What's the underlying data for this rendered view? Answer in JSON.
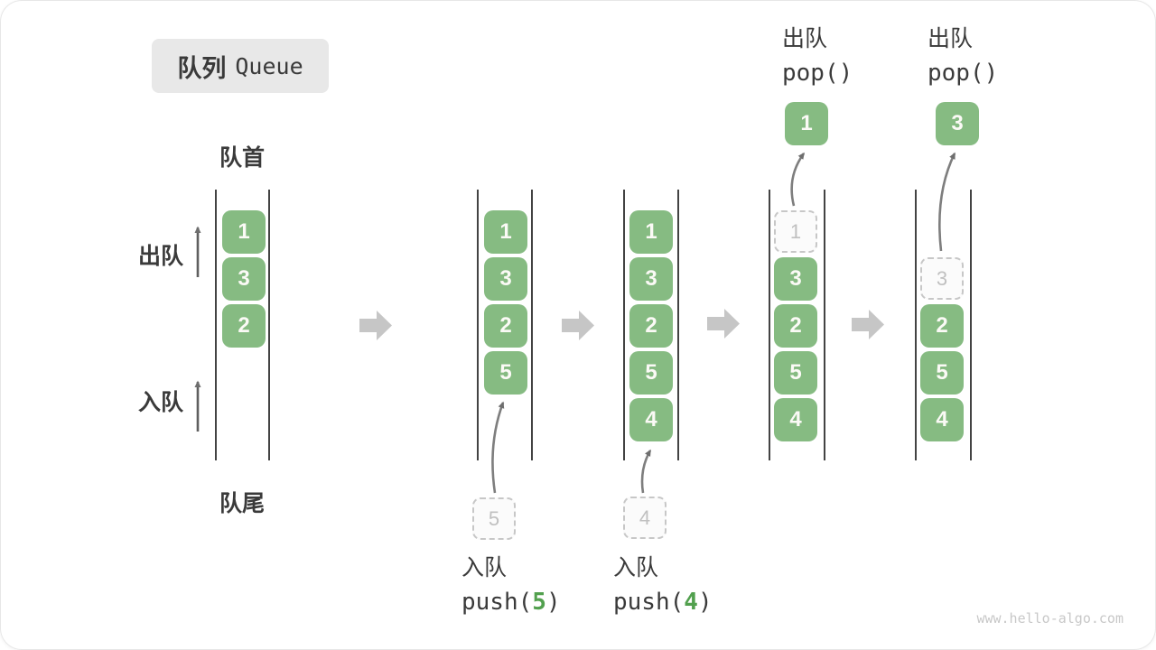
{
  "header": {
    "title_cn": "队列",
    "title_en": "Queue"
  },
  "labels": {
    "front": "队首",
    "rear": "队尾",
    "dequeue": "出队",
    "enqueue": "入队"
  },
  "colors": {
    "box_green": "#86bb82",
    "accent_green": "#52a04e",
    "wall_gray": "#434343",
    "dashed_gray": "#c7c7c7",
    "arrow_gray": "#7e7e7e",
    "big_arrow_gray": "#c6c6c6",
    "title_bg": "#e8e8e8",
    "text_dark": "#3a3a3a"
  },
  "states": [
    {
      "boxes": [
        "1",
        "3",
        "2"
      ]
    },
    {
      "boxes": [
        "1",
        "3",
        "2",
        "5"
      ],
      "pending": "5",
      "op": {
        "action": "入队",
        "code_pre": "push(",
        "arg": "5",
        "code_post": ")"
      }
    },
    {
      "boxes": [
        "1",
        "3",
        "2",
        "5",
        "4"
      ],
      "pending": "4",
      "op": {
        "action": "入队",
        "code_pre": "push(",
        "arg": "4",
        "code_post": ")"
      }
    },
    {
      "boxes": [
        "3",
        "2",
        "5",
        "4"
      ],
      "removed": "1",
      "popped": "1",
      "op": {
        "action": "出队",
        "code": "pop()"
      }
    },
    {
      "boxes": [
        "2",
        "5",
        "4"
      ],
      "removed": "3",
      "popped": "3",
      "op": {
        "action": "出队",
        "code": "pop()"
      }
    }
  ],
  "watermark": "www.hello-algo.com"
}
